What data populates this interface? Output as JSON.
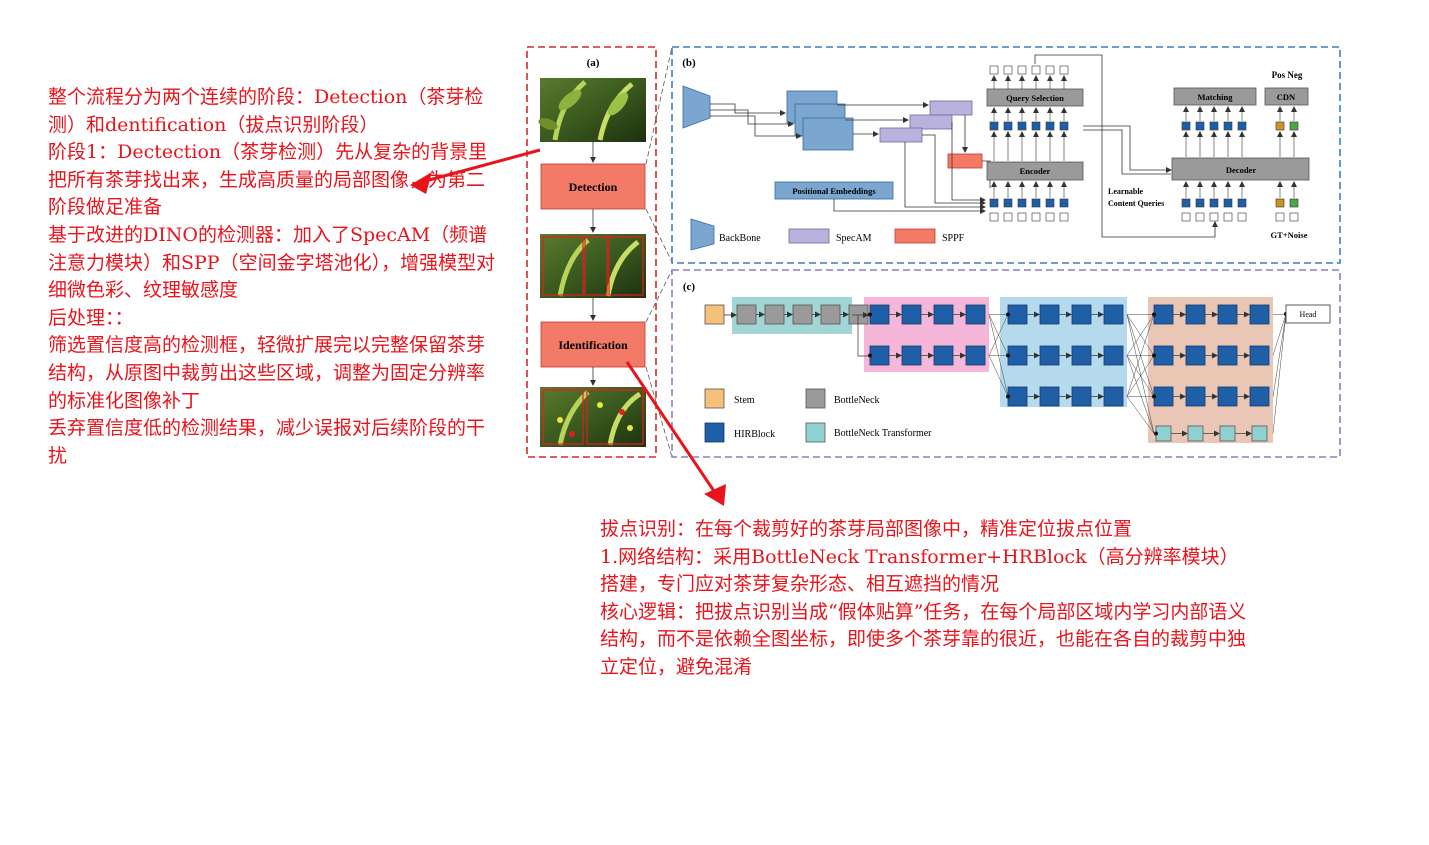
{
  "left_notes": [
    "整个流程分为两个连续的阶段：Detection（茶芽检测）和dentification（拔点识别阶段）",
    "阶段1：Dectection（茶芽检测）先从复杂的背景里把所有茶芽找出来，生成高质量的局部图像，为第二阶段做足准备",
    "基于改进的DINO的检测器：加入了SpecAM（频谱注意力模块）和SPP（空间金字塔池化），增强模型对细微色彩、纹理敏感度",
    "后处理：：",
    "筛选置信度高的检测框，轻微扩展完以完整保留茶芽结构，从原图中裁剪出这些区域，调整为固定分辨率的标准化图像补丁",
    "丢弃置信度低的检测结果，减少误报对后续阶段的干扰"
  ],
  "right_notes": [
    "拔点识别：在每个裁剪好的茶芽局部图像中，精准定位拔点位置",
    "1.网络结构：采用BottleNeck Transformer+HRBlock（高分辨率模块）搭建，专门应对茶芽复杂形态、相互遮挡的情况",
    "核心逻辑：把拔点识别当成“假体贴算”任务，在每个局部区域内学习内部语义结构，而不是依赖全图坐标，即使多个茶芽靠的很近，也能在各自的裁剪中独立定位，避免混淆"
  ],
  "panel_a": {
    "label": "(a)",
    "detection": "Detection",
    "identification": "Identification"
  },
  "panel_b": {
    "label": "(b)",
    "query_selection": "Query Selection",
    "encoder": "Encoder",
    "matching": "Matching",
    "cdn": "CDN",
    "pos_neg": "Pos Neg",
    "decoder": "Decoder",
    "positional_embeddings": "Positional Embeddings",
    "learnable_1": "Learnable",
    "learnable_2": "Content Queries",
    "gt_noise": "GT+Noise",
    "legend": {
      "backbone": "BackBone",
      "specam": "SpecAM",
      "sppf": "SPPF"
    }
  },
  "panel_c": {
    "label": "(c)",
    "head": "Head",
    "legend": {
      "stem": "Stem",
      "bottleneck": "BottleNeck",
      "hirblock": "HIRBlock",
      "bottleneck_transformer": "BottleNeck Transformer"
    }
  },
  "colors": {
    "annotation": "#e8141c",
    "panel_a_border": "#d42a2a",
    "panel_b_border": "#3a7fc1",
    "panel_c_border": "#8a7fc0",
    "stage_box": "#f47a68",
    "backbone": "#7aa6d0",
    "specam": "#b8b2dc",
    "sppf": "#f47a68",
    "gray_block": "#9a9a9a",
    "token": "#1f5fa8",
    "stem": "#f5c07a",
    "bottleneck_transformer": "#8fd1d1",
    "cdn_orange": "#c8961e",
    "cdn_green": "#4aa84a"
  }
}
